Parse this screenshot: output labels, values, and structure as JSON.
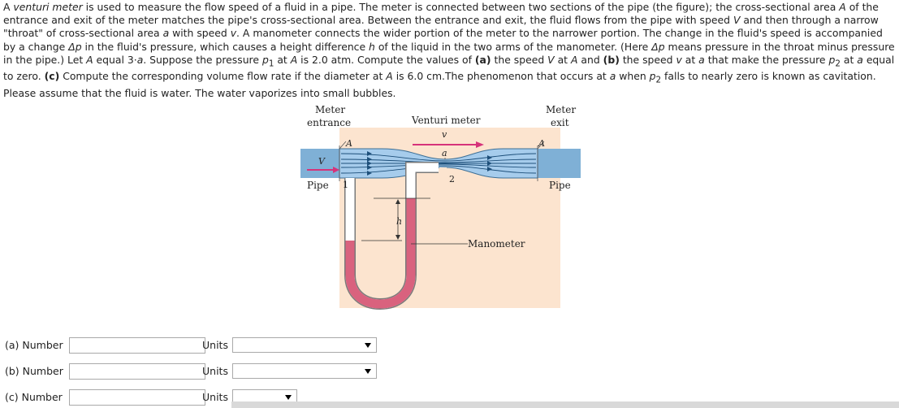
{
  "problem": {
    "s1": "A ",
    "venturi_term": "venturi meter",
    "s2": " is used to measure the flow speed of a fluid in a pipe. The meter is connected between two sections of the pipe (the figure); the cross-sectional area ",
    "A1": "A",
    "s3": " of the entrance and exit of the meter matches the pipe's cross-sectional area. Between the entrance and exit, the fluid flows from the pipe with speed ",
    "V1": "V",
    "s4": " and then through a narrow \"throat\" of cross-sectional area ",
    "a1": "a",
    "s5": " with speed ",
    "v1": "v",
    "s6": ". A manometer connects the wider portion of the meter to the narrower portion. The change in the fluid's speed is accompanied by a change ",
    "dp1": "Δp",
    "s7": " in the fluid's pressure, which causes a height difference ",
    "h1": "h",
    "s8": " of the liquid in the two arms of the manometer. (Here ",
    "dp2": "Δp",
    "s9": " means pressure in the throat minus pressure in the pipe.) Let ",
    "A2": "A",
    "s10": " equal 3·",
    "a2": "a",
    "s11": ". Suppose the pressure ",
    "p1": "p",
    "p1sub": "1",
    "s12": " at ",
    "A3": "A",
    "s13": " is 2.0 atm. Compute the values of ",
    "lblA": "(a)",
    "s14": " the speed ",
    "V2": "V",
    "s15": " at ",
    "A4": "A",
    "s16": " and ",
    "lblB": "(b)",
    "s17": " the speed ",
    "v2": "v",
    "s18": " at ",
    "a3": "a",
    "s19": " that make the pressure ",
    "p2": "p",
    "p2sub": "2",
    "s20": " at ",
    "a4": "a",
    "s21": " equal to zero. ",
    "lblC": "(c)",
    "s22": " Compute the corresponding volume flow rate if the diameter at ",
    "A5": "A",
    "s23": " is 6.0 cm.The phenomenon that occurs at ",
    "a5": "a",
    "s24": " when ",
    "p3": "p",
    "p3sub": "2",
    "s25": " falls to nearly zero is known as cavitation. Please assume that the fluid is water. The water vaporizes into small bubbles."
  },
  "figure": {
    "meter_entrance_line1": "Meter",
    "meter_entrance_line2": "entrance",
    "venturi_meter": "Venturi meter",
    "meter_exit_line1": "Meter",
    "meter_exit_line2": "exit",
    "v_throat": "v",
    "V_pipe": "V",
    "A_left": "A",
    "A_right": "A",
    "a_throat": "a",
    "point1": "1",
    "point2": "2",
    "pipe_left": "Pipe",
    "pipe_right": "Pipe",
    "h_label": "h",
    "manometer": "Manometer"
  },
  "answers": {
    "a": {
      "label": "(a) Number",
      "value": "",
      "units_label": "Units",
      "units_value": ""
    },
    "b": {
      "label": "(b) Number",
      "value": "",
      "units_label": "Units",
      "units_value": ""
    },
    "c": {
      "label": "(c) Number",
      "value": "",
      "units_label": "Units",
      "units_value": ""
    }
  },
  "colors": {
    "pipe_blue": "#7fb0d6",
    "background_peach": "#fce4cf",
    "manometer_pink": "#d9627e",
    "arrow_magenta": "#d6337a"
  }
}
